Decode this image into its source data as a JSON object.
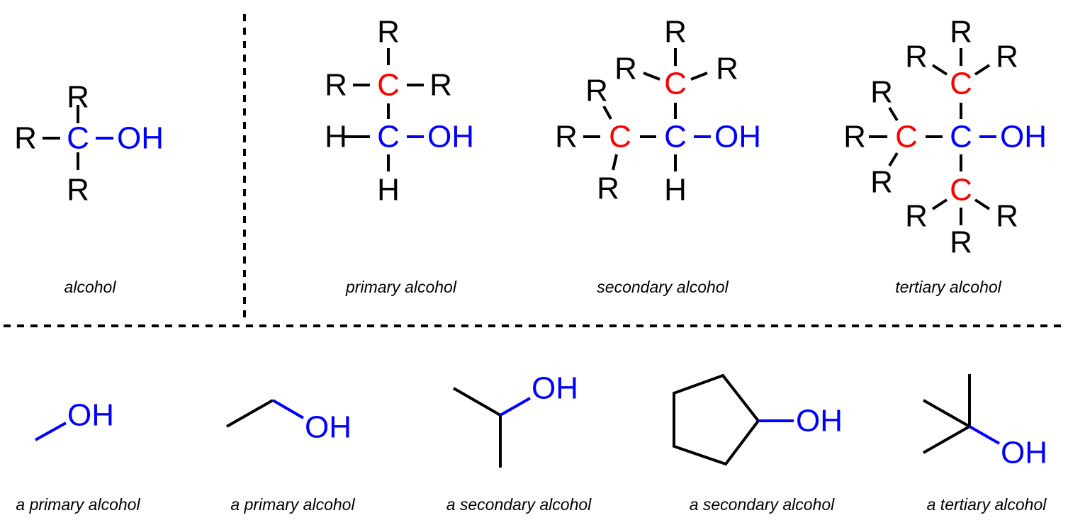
{
  "colors": {
    "black": "#000000",
    "blue": "#0000ff",
    "red": "#ff0000"
  },
  "atoms": {
    "R": "R",
    "C": "C",
    "OH": "OH",
    "H": "H"
  },
  "captions": {
    "alcohol": "alcohol",
    "primary": "primary alcohol",
    "secondary": "secondary alcohol",
    "tertiary": "tertiary alcohol",
    "ex1": "a primary alcohol",
    "ex2": "a primary alcohol",
    "ex3": "a secondary alcohol",
    "ex4": "a secondary alcohol",
    "ex5": "a tertiary alcohol"
  }
}
